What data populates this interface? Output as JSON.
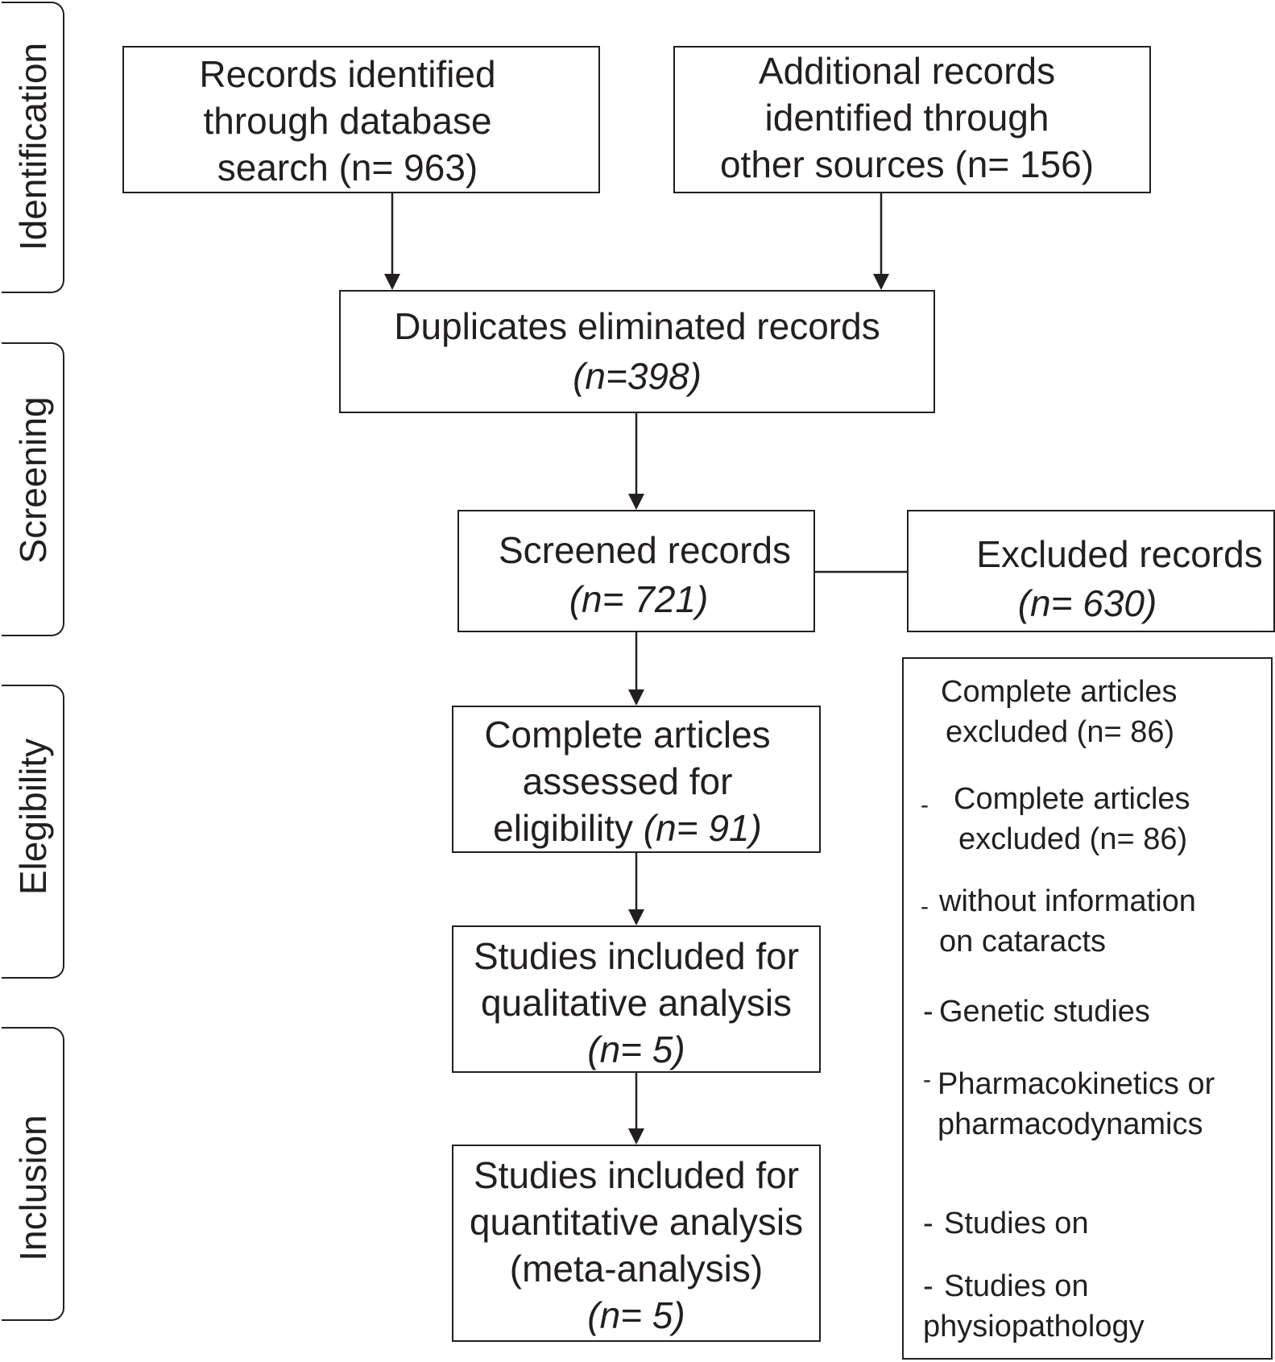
{
  "stages": {
    "identification": "Identification",
    "screening": "Screening",
    "eligibility": "Elegibility",
    "inclusion": "Inclusion"
  },
  "boxes": {
    "database": {
      "lines": [
        "Records identified",
        "through database",
        "search (n= 963)"
      ]
    },
    "other_sources": {
      "lines": [
        "Additional records",
        "identified through",
        "other sources (n= 156)"
      ]
    },
    "duplicates": {
      "line1": "Duplicates eliminated records",
      "count": "(n=398)"
    },
    "screened": {
      "line1": "Screened records",
      "count": "(n= 721)"
    },
    "excluded": {
      "line1": "Excluded records",
      "count": "(n= 630)"
    },
    "eligibility": {
      "line1": "Complete articles",
      "line2": "assessed for",
      "line3_text": "eligibility",
      "count": "(n= 91)"
    },
    "qualitative": {
      "lines": [
        "Studies included for",
        "qualitative analysis"
      ],
      "count": "(n= 5)"
    },
    "quantitative": {
      "lines": [
        "Studies included for",
        "quantitative analysis",
        "(meta-analysis)"
      ],
      "count": "(n= 5)"
    }
  },
  "exclusion_details": {
    "header": [
      "Complete articles",
      "excluded (n= 86)"
    ],
    "items": [
      {
        "dash": "-",
        "lines": [
          "Complete articles",
          "excluded (n= 86)"
        ]
      },
      {
        "dash": "-",
        "lines": [
          "without information",
          "on cataracts"
        ]
      },
      {
        "dash": "-",
        "lines": [
          "Genetic studies"
        ]
      },
      {
        "dash": "-",
        "lines": [
          "Pharmacokinetics or",
          "pharmacodynamics"
        ]
      },
      {
        "dash": "-",
        "lines": [
          "Studies on"
        ]
      },
      {
        "dash": "-",
        "lines": [
          "Studies on",
          "physiopathology"
        ]
      }
    ]
  },
  "colors": {
    "ink": "#231f20",
    "background": "#ffffff"
  }
}
